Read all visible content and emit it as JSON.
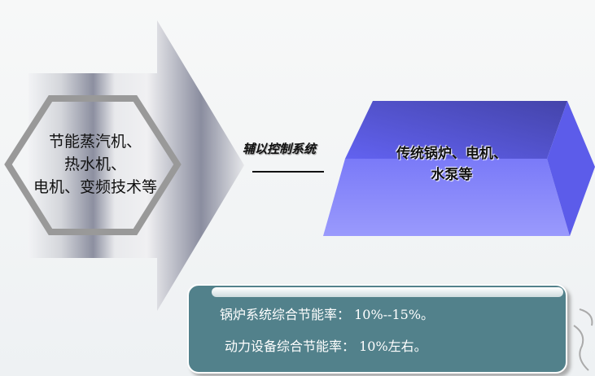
{
  "left_shape": {
    "lines": [
      "节能蒸汽机、",
      "热水机、",
      "电机、变频技术等"
    ]
  },
  "connector": {
    "label": "辅以控制系统"
  },
  "right_shape": {
    "lines": [
      "传统锅炉、电机、",
      "水泵等"
    ]
  },
  "summary": {
    "lines": [
      "锅炉系统综合节能率： 10%--15%。",
      "动力设备综合节能率： 10%左右。"
    ]
  },
  "colors": {
    "prism": "#6f6ff5",
    "panel": "#52818b"
  }
}
